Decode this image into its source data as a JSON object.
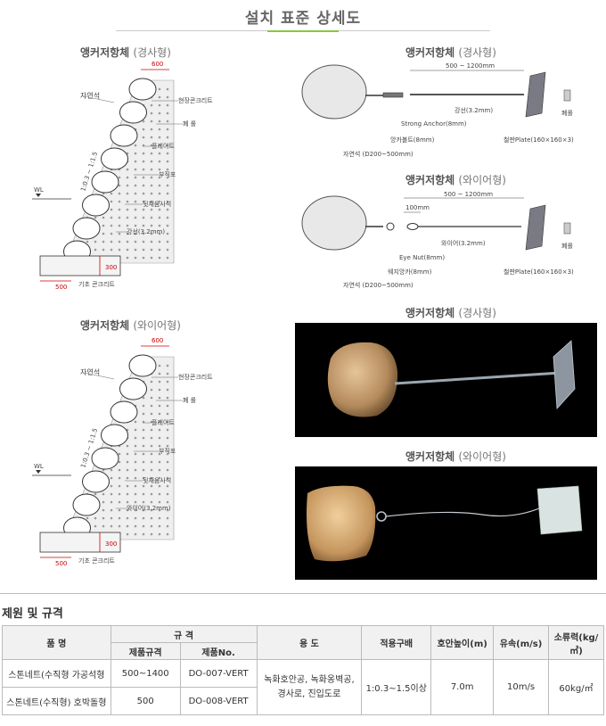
{
  "page_title": "설치 표준 상세도",
  "sections": {
    "a_title_bold": "앵커저항체",
    "a_title_paren": "(경사형)",
    "b_title_bold": "앵커저항체",
    "b_title_paren": "(경사형)",
    "c_title_bold": "앵커저항체",
    "c_title_paren": "(와이어형)",
    "d_title_bold": "앵커저항체",
    "d_title_paren": "(와이어형)",
    "e_title_bold": "앵커저항체",
    "e_title_paren": "(경사형)",
    "f_title_bold": "앵커저항체",
    "f_title_paren": "(와이어형)"
  },
  "wall_labels": {
    "dim_top": "600",
    "natural_stone": "자연석",
    "concrete": "현장콘크리트",
    "pebble": "폐 롤",
    "plate": "플레이트",
    "filter": "부직포",
    "backfill": "뒷채움사석",
    "slope": "1:0.3 ~ 1:1.5",
    "wl": "WL",
    "dim_300": "300",
    "dim_500": "500",
    "base": "기초 콘크리트",
    "steel_wire": "강선(3.2mm)",
    "wire": "와이어(3.2mm)"
  },
  "anchor_a": {
    "length": "500 ~ 1200mm",
    "strong_anchor": "Strong Anchor(8mm)",
    "steel_wire": "강선(3.2mm)",
    "anchor_bolt": "앙카볼트(8mm)",
    "natural_stone": "자연석 (D200~500mm)",
    "plate": "철판Plate(160×160×3)",
    "pebble": "폐롤"
  },
  "anchor_b": {
    "length": "500 ~ 1200mm",
    "short": "100mm",
    "wire": "와이어(3.2mm)",
    "eye_nut": "Eye Nut(8mm)",
    "wedge": "웨지앙카(8mm)",
    "natural_stone": "자연석 (D200~500mm)",
    "plate": "철판Plate(160×160×3)",
    "pebble": "폐롤"
  },
  "spec": {
    "section_title": "제원 및 규격",
    "headers": {
      "name": "품 명",
      "spec": "규 격",
      "spec_size": "제품규격",
      "spec_no": "제품No.",
      "usage": "용 도",
      "slope": "적용구배",
      "height": "호안높이(m)",
      "velocity": "유속(m/s)",
      "force": "소류력(kg/㎡)"
    },
    "rows": [
      {
        "name": "스톤네트(수직형 가공석형",
        "size": "500~1400",
        "no": "DO-007-VERT"
      },
      {
        "name": "스톤네트(수직형) 호박돌형",
        "size": "500",
        "no": "DO-008-VERT"
      }
    ],
    "usage": "녹화호안공, 녹화옹벽공, 경사로, 진입도로",
    "slope": "1:0.3~1.5이상",
    "height": "7.0m",
    "velocity": "10m/s",
    "force": "60kg/㎡"
  },
  "colors": {
    "accent": "#8cc63e",
    "dim_red": "#c00000"
  }
}
